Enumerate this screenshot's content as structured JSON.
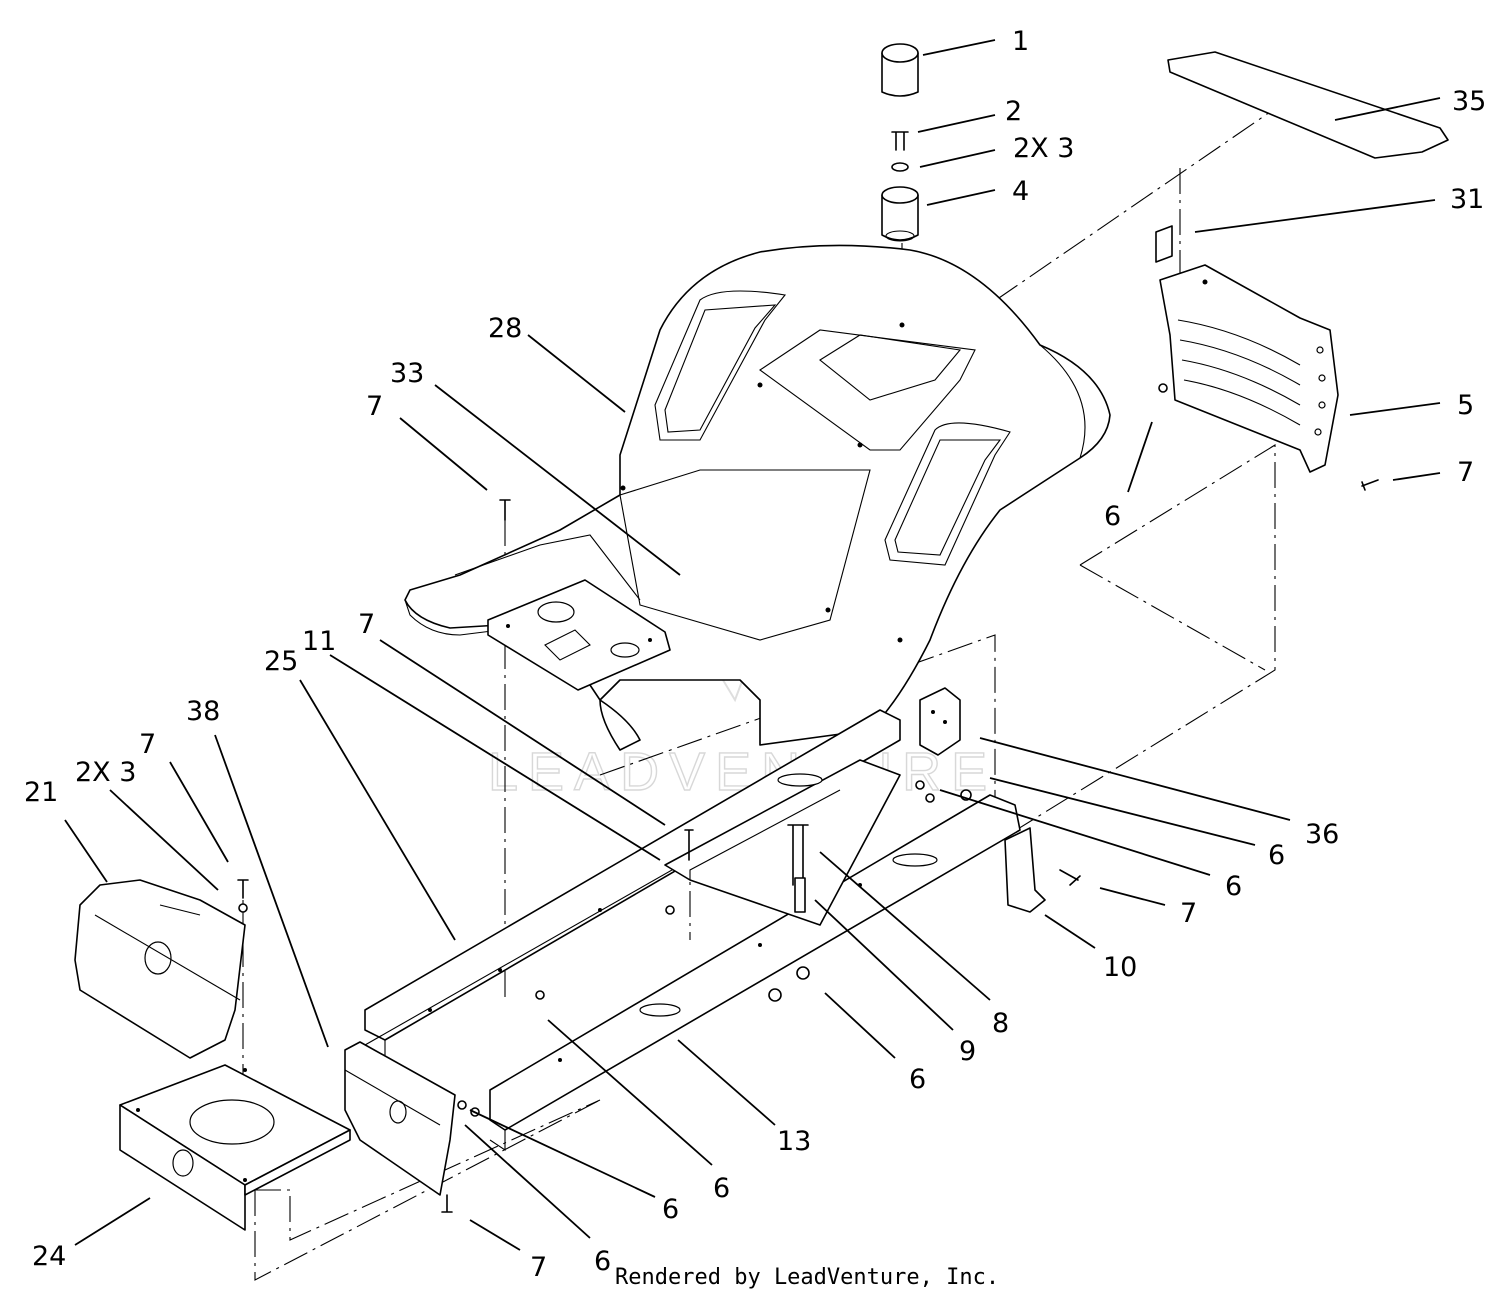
{
  "diagram": {
    "callouts": [
      {
        "id": "c1",
        "text": "1"
      },
      {
        "id": "c2",
        "text": "2"
      },
      {
        "id": "c3",
        "text": "2X 3"
      },
      {
        "id": "c4",
        "text": "4"
      },
      {
        "id": "c35",
        "text": "35"
      },
      {
        "id": "c31",
        "text": "31"
      },
      {
        "id": "c28",
        "text": "28"
      },
      {
        "id": "c33",
        "text": "33"
      },
      {
        "id": "c7a",
        "text": "7"
      },
      {
        "id": "c5",
        "text": "5"
      },
      {
        "id": "c7b",
        "text": "7"
      },
      {
        "id": "c6a",
        "text": "6"
      },
      {
        "id": "c7c",
        "text": "7"
      },
      {
        "id": "c25",
        "text": "25"
      },
      {
        "id": "c11",
        "text": "11"
      },
      {
        "id": "c38",
        "text": "38"
      },
      {
        "id": "c7d",
        "text": "7"
      },
      {
        "id": "c3b",
        "text": "2X 3"
      },
      {
        "id": "c21",
        "text": "21"
      },
      {
        "id": "c36",
        "text": "36"
      },
      {
        "id": "c6b",
        "text": "6"
      },
      {
        "id": "c6c",
        "text": "6"
      },
      {
        "id": "c7e",
        "text": "7"
      },
      {
        "id": "c10",
        "text": "10"
      },
      {
        "id": "c8",
        "text": "8"
      },
      {
        "id": "c9",
        "text": "9"
      },
      {
        "id": "c6d",
        "text": "6"
      },
      {
        "id": "c13",
        "text": "13"
      },
      {
        "id": "c6e",
        "text": "6"
      },
      {
        "id": "c6f",
        "text": "6"
      },
      {
        "id": "c24",
        "text": "24"
      },
      {
        "id": "c7f",
        "text": "7"
      },
      {
        "id": "c6g",
        "text": "6"
      }
    ],
    "credit": "Rendered by LeadVenture, Inc.",
    "watermark": "LEADVENTURE"
  }
}
